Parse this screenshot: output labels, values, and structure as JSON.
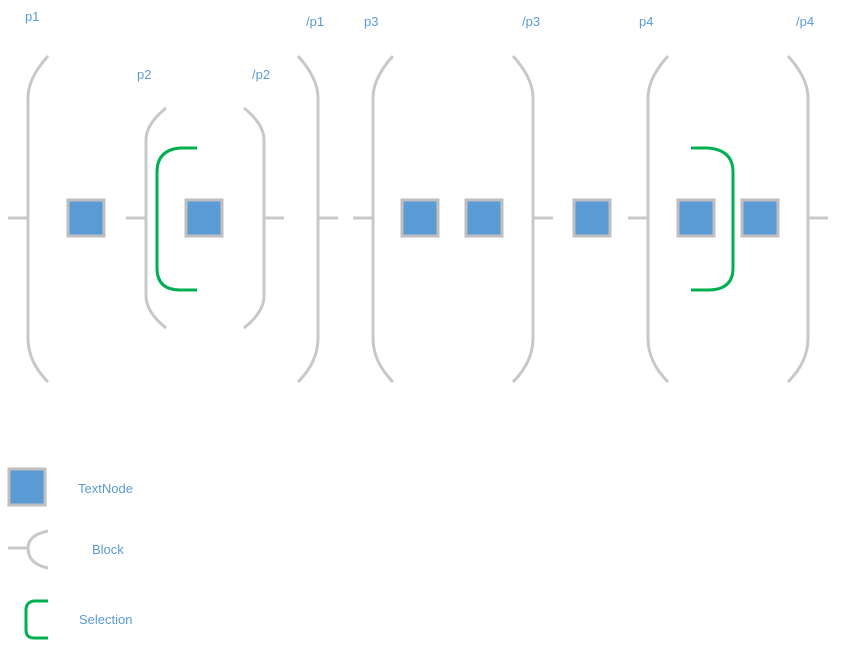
{
  "colors": {
    "block": "#C8C8C8",
    "selection": "#00B050",
    "textnode_fill": "#5B9BD5",
    "textnode_border": "#BFBFBF",
    "label": "#5B9BD5",
    "background": "#FFFFFF"
  },
  "tags": {
    "p1_open": "p1",
    "p1_close": "/p1",
    "p2_open": "p2",
    "p2_close": "/p2",
    "p3_open": "p3",
    "p3_close": "/p3",
    "p4_open": "p4",
    "p4_close": "/p4"
  },
  "legend": {
    "textnode": "TextNode",
    "block": "Block",
    "selection": "Selection"
  }
}
